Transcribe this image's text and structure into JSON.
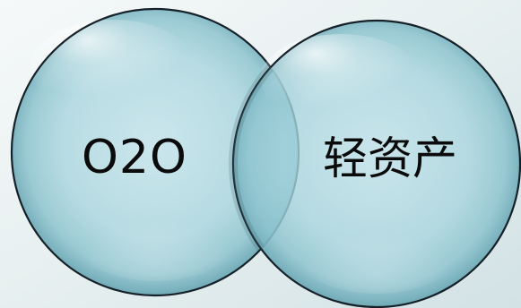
{
  "diagram": {
    "type": "venn",
    "left_circle": {
      "label": "O2O"
    },
    "right_circle": {
      "label": "轻资产"
    },
    "colors": {
      "background_light": "#f3f7f7",
      "background_dark": "#cfe0e2",
      "bubble_fill": "#b8dde4",
      "bubble_edge": "#6faab6",
      "outline": "#161d22",
      "text": "#0b0b0b"
    }
  }
}
